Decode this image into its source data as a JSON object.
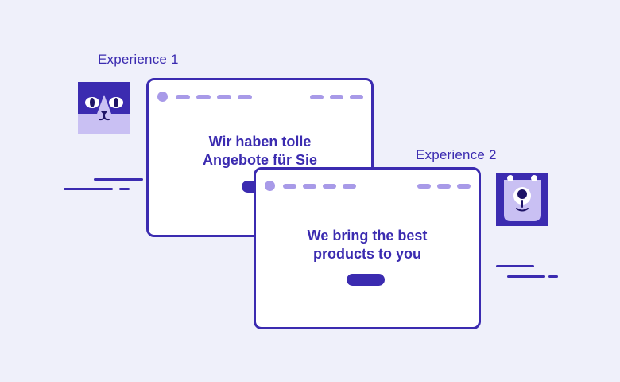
{
  "experiences": [
    {
      "label": "Experience 1",
      "avatar_icon": "cat-face-icon",
      "headline": "Wir haben tolle\nAngebote für Sie"
    },
    {
      "label": "Experience 2",
      "avatar_icon": "bear-face-icon",
      "headline": "We bring the best\nproducts to you"
    }
  ],
  "colors": {
    "background": "#eff0fa",
    "primary": "#3b2bb0",
    "accent_light": "#a89ae8",
    "avatar_light": "#c9c0f3",
    "window_fill": "#ffffff"
  }
}
